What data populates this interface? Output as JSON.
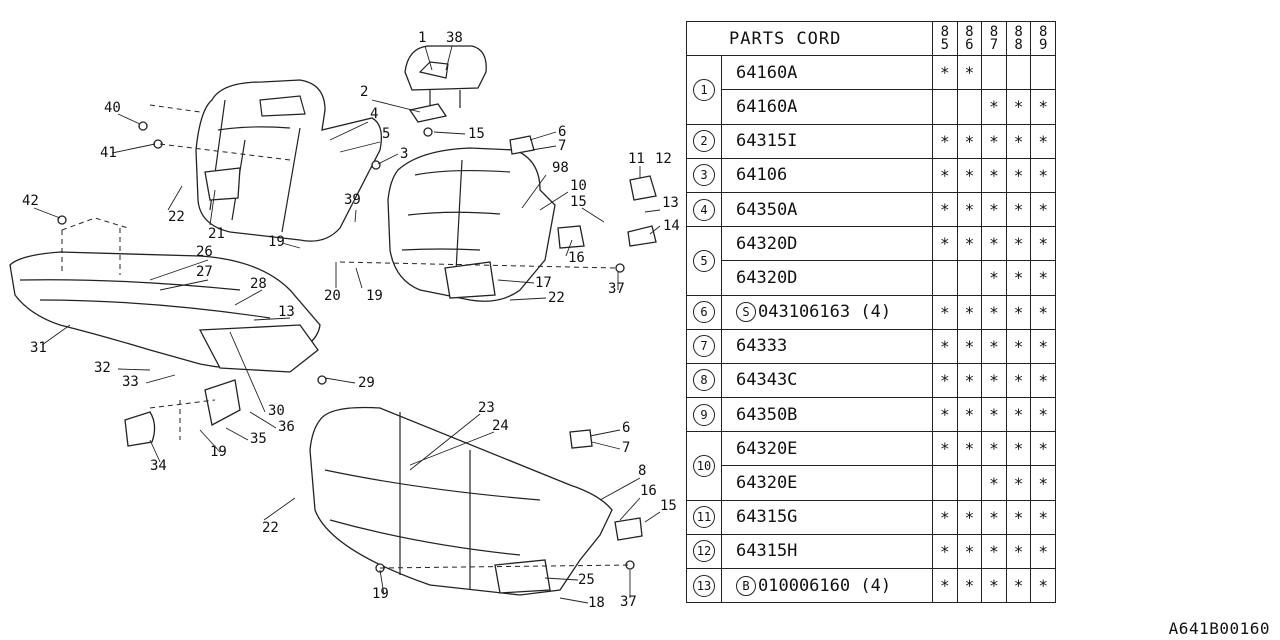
{
  "diagram": {
    "callouts": [
      "1",
      "38",
      "2",
      "40",
      "4",
      "5",
      "15",
      "6",
      "7",
      "41",
      "3",
      "11",
      "12",
      "98",
      "10",
      "39",
      "13",
      "14",
      "22",
      "21",
      "42",
      "15",
      "16",
      "19",
      "20",
      "19",
      "26",
      "17",
      "22",
      "37",
      "27",
      "28",
      "13",
      "31",
      "32",
      "33",
      "29",
      "30",
      "36",
      "35",
      "19",
      "34",
      "23",
      "24",
      "6",
      "7",
      "8",
      "16",
      "15",
      "22",
      "19",
      "25",
      "18",
      "37"
    ]
  },
  "table": {
    "header": {
      "title": "PARTS CORD",
      "years": [
        "85",
        "86",
        "87",
        "88",
        "89"
      ]
    },
    "rows": [
      {
        "no": "1",
        "prefix": "",
        "code": "64160A",
        "marks": [
          "*",
          "*",
          "",
          "",
          ""
        ]
      },
      {
        "no": "",
        "prefix": "",
        "code": "64160A",
        "marks": [
          "",
          "",
          "*",
          "*",
          "*"
        ]
      },
      {
        "no": "2",
        "prefix": "",
        "code": "64315I",
        "marks": [
          "*",
          "*",
          "*",
          "*",
          "*"
        ]
      },
      {
        "no": "3",
        "prefix": "",
        "code": "64106",
        "marks": [
          "*",
          "*",
          "*",
          "*",
          "*"
        ]
      },
      {
        "no": "4",
        "prefix": "",
        "code": "64350A",
        "marks": [
          "*",
          "*",
          "*",
          "*",
          "*"
        ]
      },
      {
        "no": "5",
        "prefix": "",
        "code": "64320D",
        "marks": [
          "*",
          "*",
          "*",
          "*",
          "*"
        ]
      },
      {
        "no": "",
        "prefix": "",
        "code": "64320D",
        "marks": [
          "",
          "",
          "*",
          "*",
          "*"
        ]
      },
      {
        "no": "6",
        "prefix": "S",
        "code": "043106163 (4)",
        "marks": [
          "*",
          "*",
          "*",
          "*",
          "*"
        ]
      },
      {
        "no": "7",
        "prefix": "",
        "code": "64333",
        "marks": [
          "*",
          "*",
          "*",
          "*",
          "*"
        ]
      },
      {
        "no": "8",
        "prefix": "",
        "code": "64343C",
        "marks": [
          "*",
          "*",
          "*",
          "*",
          "*"
        ]
      },
      {
        "no": "9",
        "prefix": "",
        "code": "64350B",
        "marks": [
          "*",
          "*",
          "*",
          "*",
          "*"
        ]
      },
      {
        "no": "10",
        "prefix": "",
        "code": "64320E",
        "marks": [
          "*",
          "*",
          "*",
          "*",
          "*"
        ]
      },
      {
        "no": "",
        "prefix": "",
        "code": "64320E",
        "marks": [
          "",
          "",
          "*",
          "*",
          "*"
        ]
      },
      {
        "no": "11",
        "prefix": "",
        "code": "64315G",
        "marks": [
          "*",
          "*",
          "*",
          "*",
          "*"
        ]
      },
      {
        "no": "12",
        "prefix": "",
        "code": "64315H",
        "marks": [
          "*",
          "*",
          "*",
          "*",
          "*"
        ]
      },
      {
        "no": "13",
        "prefix": "B",
        "code": "010006160 (4)",
        "marks": [
          "*",
          "*",
          "*",
          "*",
          "*"
        ]
      }
    ]
  },
  "ref_code": "A641B00160"
}
